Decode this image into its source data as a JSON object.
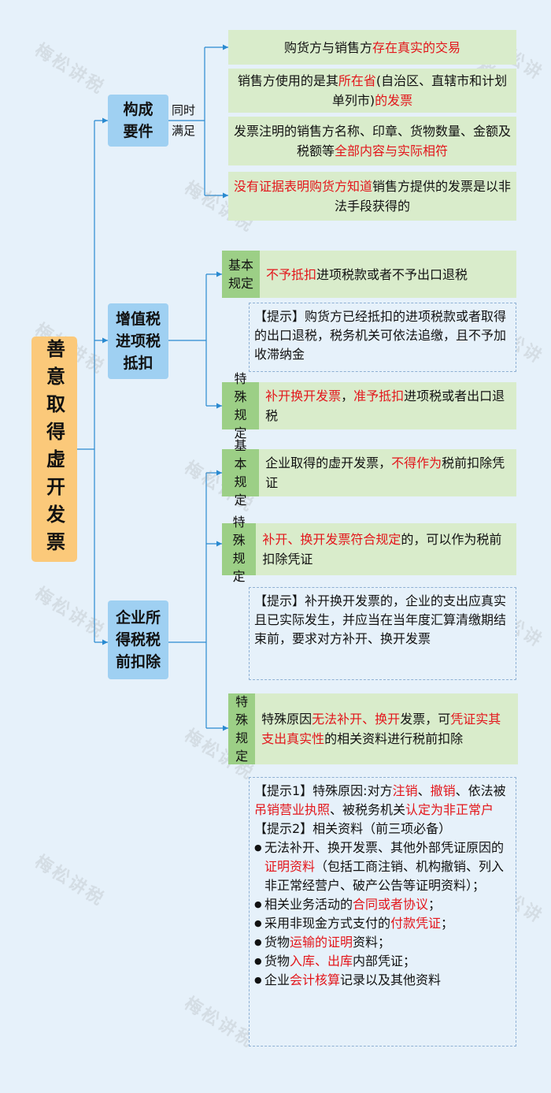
{
  "title": "善意取得虚开发票",
  "watermark": "梅松讲税",
  "colors": {
    "red": "#e3161b",
    "root": "#fbc97a",
    "category": "#9fd0f2",
    "item": "#d9eccb",
    "tag": "#9ccf86",
    "line": "#2a8ad0"
  },
  "c1": {
    "title": "构成要件",
    "note": "同时满足",
    "items": [
      [
        {
          "t": "购货方与销售方"
        },
        {
          "t": "存在真实的交易",
          "r": true
        }
      ],
      [
        {
          "t": "销售方使用的是其"
        },
        {
          "t": "所在省",
          "r": true
        },
        {
          "t": "(自治区、直辖市和计划单列市)"
        },
        {
          "t": "的发票",
          "r": true
        }
      ],
      [
        {
          "t": "发票注明的销售方名称、印章、货物数量、金额及税额等"
        },
        {
          "t": "全部内容与实际相符",
          "r": true
        }
      ],
      [
        {
          "t": "没有证据表明购货方知道",
          "r": true
        },
        {
          "t": "销售方提供的发票是以非法手段获得的"
        }
      ]
    ]
  },
  "c2": {
    "title": "增值税进项税抵扣",
    "basic_tag": "基本规定",
    "basic": [
      {
        "t": "不予抵扣",
        "r": true
      },
      {
        "t": "进项税款或者不予出口退税"
      }
    ],
    "tip": [
      {
        "t": "【提示】购货方已经抵扣的进项税款或者取得的出口退税，税务机关可依法追缴，且不予加收滞纳金"
      }
    ],
    "special_tag": "特殊规定",
    "special": [
      {
        "t": "补开换开发票",
        "r": true
      },
      {
        "t": "，"
      },
      {
        "t": "准予抵扣",
        "r": true
      },
      {
        "t": "进项税或者出口退税"
      }
    ]
  },
  "c3": {
    "title": "企业所得税税前扣除",
    "basic_tag": "基本规定",
    "basic": [
      {
        "t": "企业取得的虚开发票，"
      },
      {
        "t": "不得作为",
        "r": true
      },
      {
        "t": "税前扣除凭证"
      }
    ],
    "special1_tag": "特殊规定",
    "special1": [
      {
        "t": "补开、换开发票符合规定",
        "r": true
      },
      {
        "t": "的，可以作为税前扣除凭证"
      }
    ],
    "tip": [
      {
        "t": "【提示】补开换开发票的，企业的支出应真实且已实际发生，并应当在当年度汇算清缴期结束前，要求对方补开、换开发票"
      }
    ],
    "special2_tag": "特殊规定",
    "special2": [
      {
        "t": "特殊原因"
      },
      {
        "t": "无法补开、换开",
        "r": true
      },
      {
        "t": "发票，可"
      },
      {
        "t": "凭证实其支出真实性",
        "r": true
      },
      {
        "t": "的相关资料进行税前扣除"
      }
    ],
    "tip1": [
      {
        "t": "【提示1】特殊原因:对方"
      },
      {
        "t": "注销",
        "r": true
      },
      {
        "t": "、"
      },
      {
        "t": "撤销",
        "r": true
      },
      {
        "t": "、依法被"
      },
      {
        "t": "吊销营业执照",
        "r": true
      },
      {
        "t": "、被税务机关"
      },
      {
        "t": "认定为非正常户",
        "r": true
      }
    ],
    "tip2": "【提示2】相关资料（前三项必备）",
    "bullets": [
      [
        {
          "t": "无法补开、换开发票、其他外部凭证原因的"
        },
        {
          "t": "证明资料",
          "r": true
        },
        {
          "t": "（包括工商注销、机构撤销、列入非正常经营户、破产公告等证明资料）；"
        }
      ],
      [
        {
          "t": "相关业务活动的"
        },
        {
          "t": "合同或者协议",
          "r": true
        },
        {
          "t": "；"
        }
      ],
      [
        {
          "t": "采用非现金方式支付的"
        },
        {
          "t": "付款凭证",
          "r": true
        },
        {
          "t": "；"
        }
      ],
      [
        {
          "t": "货物"
        },
        {
          "t": "运输的证明",
          "r": true
        },
        {
          "t": "资料；"
        }
      ],
      [
        {
          "t": "货物"
        },
        {
          "t": "入库、出库",
          "r": true
        },
        {
          "t": "内部凭证；"
        }
      ],
      [
        {
          "t": "企业"
        },
        {
          "t": "会计核算",
          "r": true
        },
        {
          "t": "记录以及其他资料"
        }
      ]
    ]
  }
}
